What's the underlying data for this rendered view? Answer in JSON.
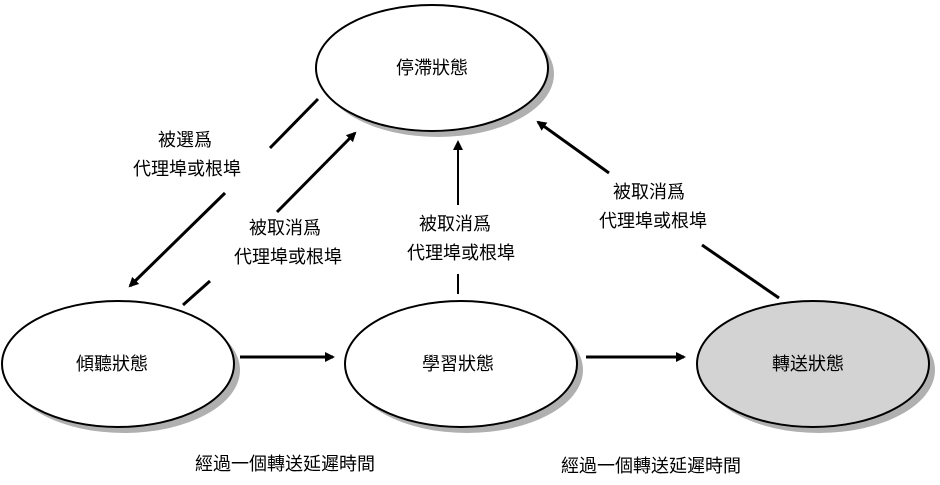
{
  "states": {
    "blocking": "停滯狀態",
    "listening": "傾聽狀態",
    "learning": "學習狀態",
    "forwarding": "轉送狀態"
  },
  "colors": {
    "forwarding_fill": "#d3d3d3",
    "shadow": "#b0b0b0",
    "stroke": "#000000"
  },
  "transitions": {
    "blocking_to_listening": [
      "被選爲",
      "代理埠或根埠"
    ],
    "listening_to_blocking": [
      "被取消爲",
      "代理埠或根埠"
    ],
    "learning_to_blocking": [
      "被取消爲",
      "代理埠或根埠"
    ],
    "forwarding_to_blocking": [
      "被取消爲",
      "代理埠或根埠"
    ],
    "listening_to_learning": "經過一個轉送延遲時間",
    "learning_to_forwarding": "經過一個轉送延遲時間"
  }
}
